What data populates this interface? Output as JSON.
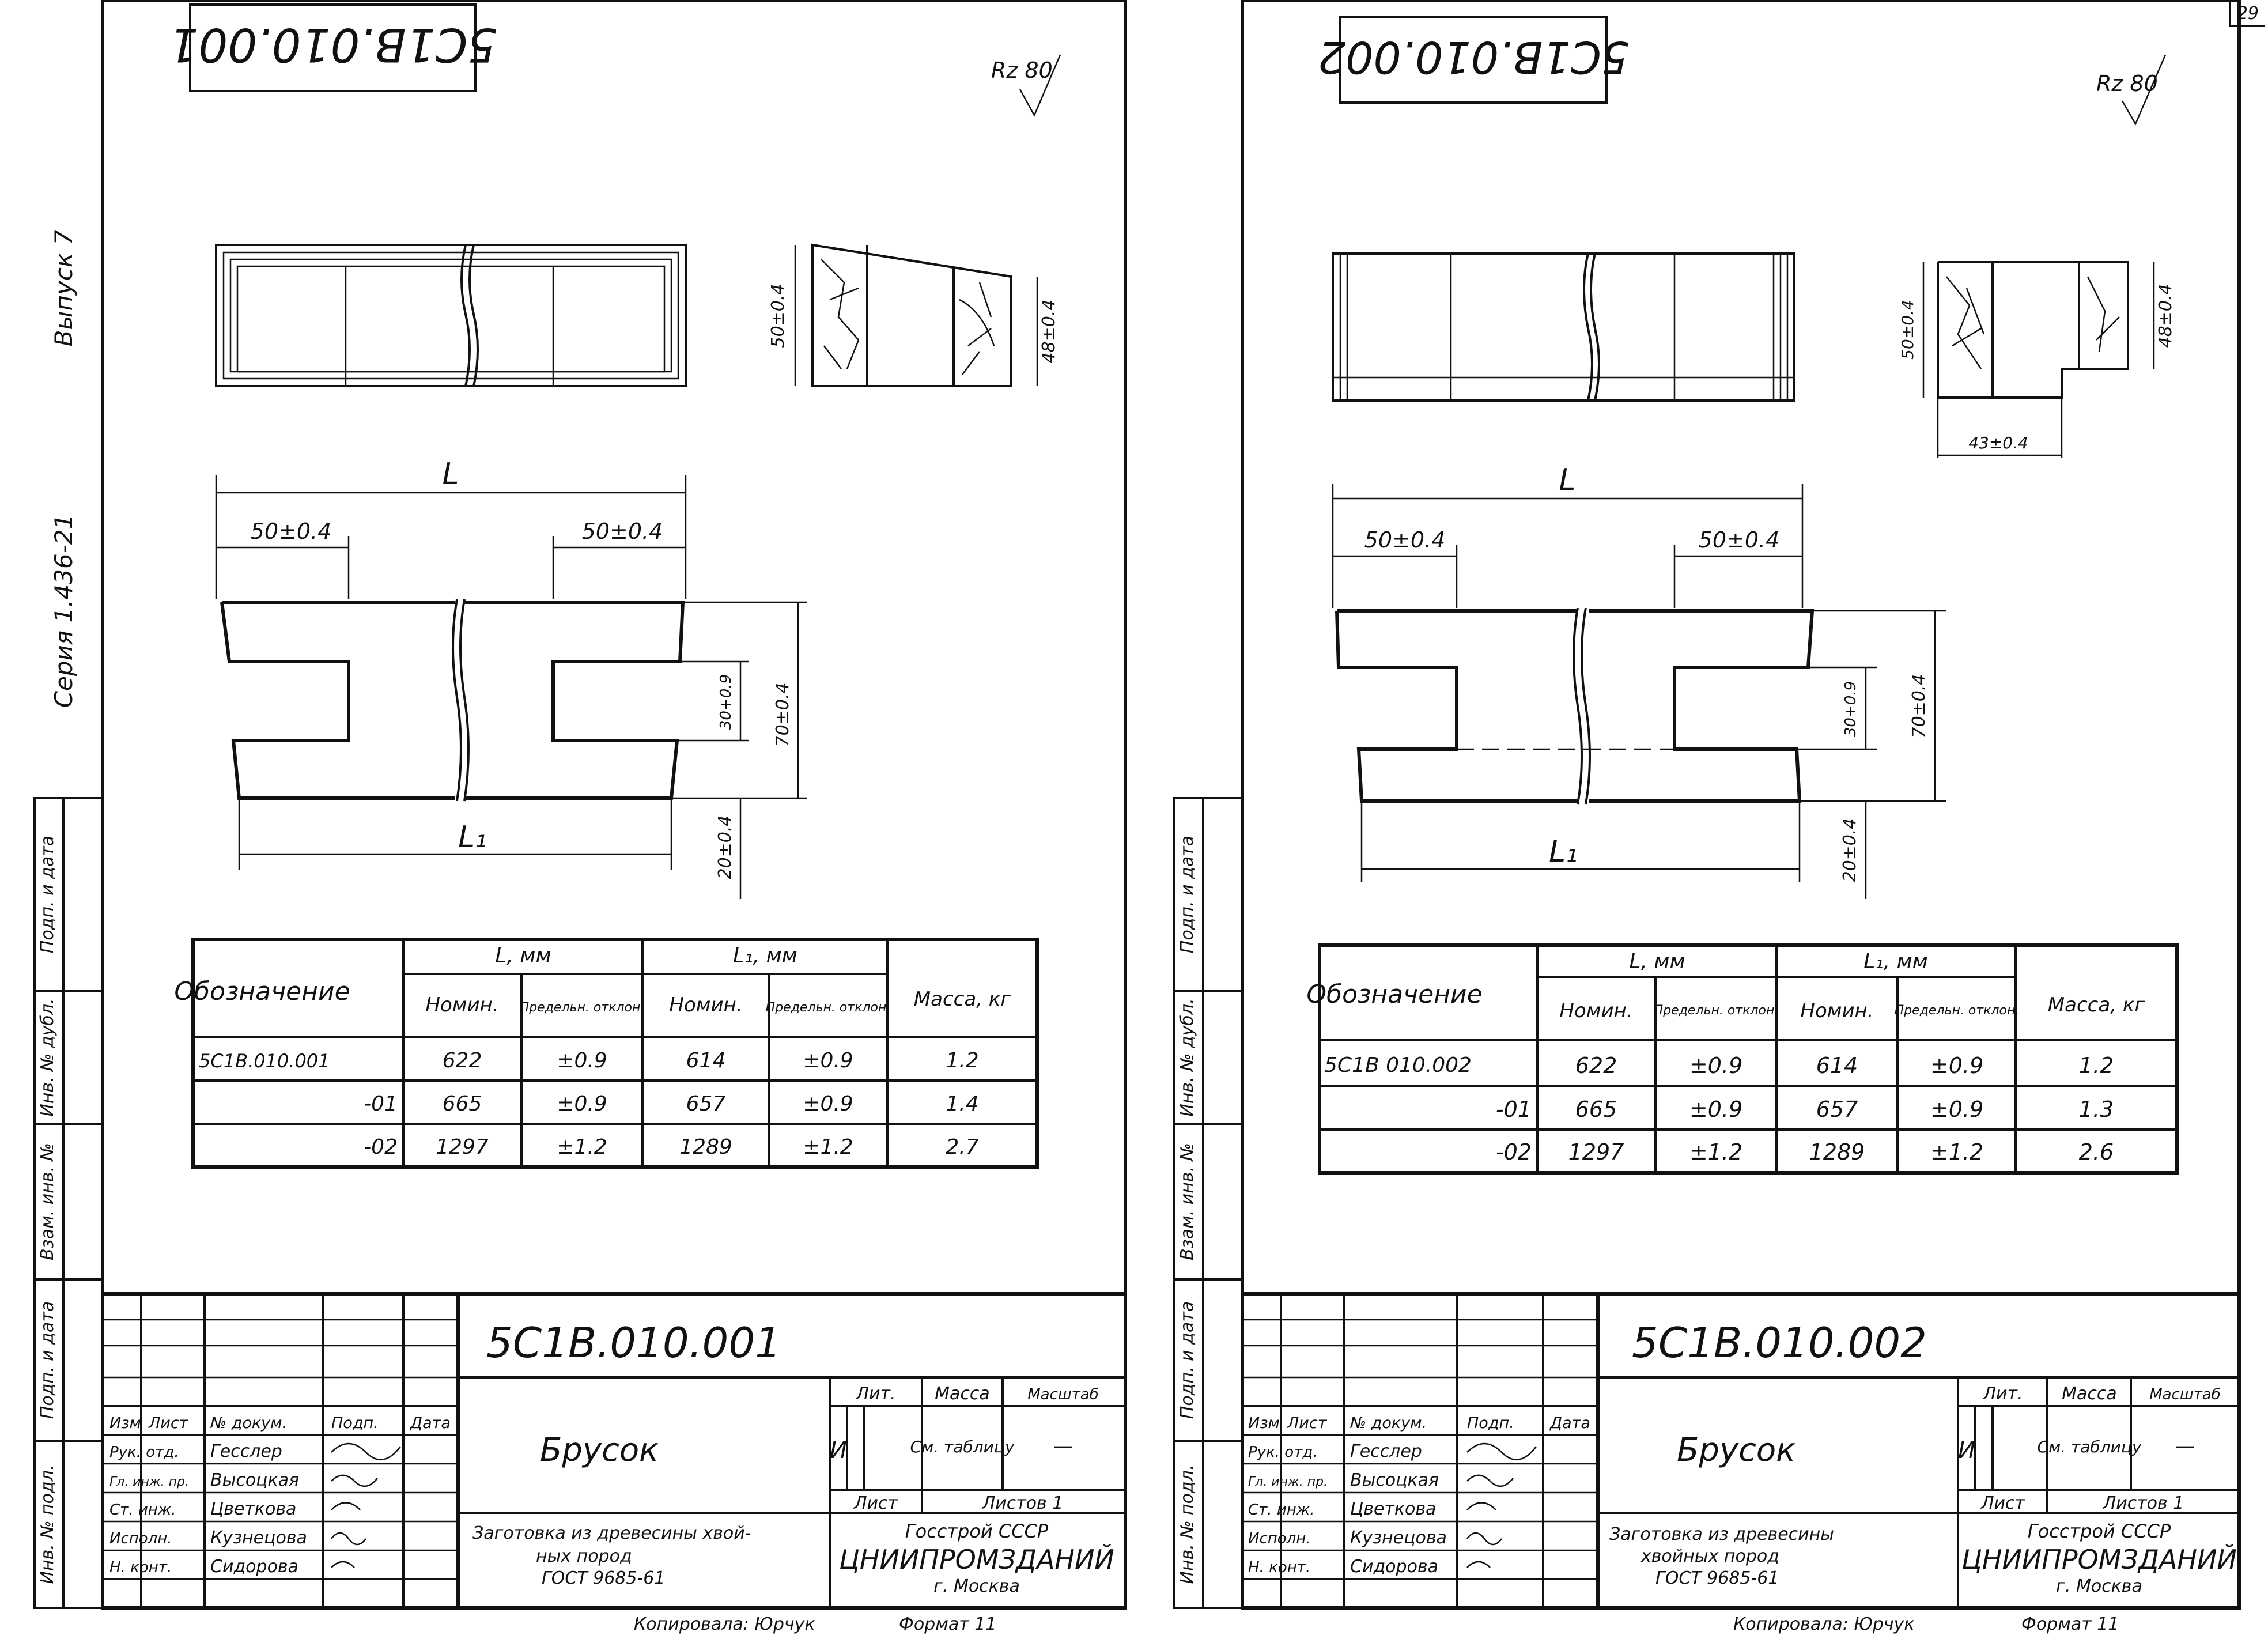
{
  "page_number": "29",
  "sheets": [
    {
      "code_rotated": "5С1В.010.001",
      "roughness": "Rz 80",
      "side_labels": [
        "Выпуск 7",
        "Серия 1.436-21"
      ],
      "stamp_labels": [
        "Подп. и дата",
        "Инв. № дубл.",
        "Взам. инв. №",
        "Подп. и дата",
        "Инв. № подл."
      ],
      "dims": {
        "L": "L",
        "L1": "L₁",
        "w1": "50±0.4",
        "w2": "50±0.4",
        "h30": "30+0.9",
        "h70": "70±0.4",
        "h20": "20±0.4",
        "side50": "50±0.4",
        "side48": "48±0.4"
      },
      "table": {
        "header_main": "Обозначение",
        "group_L": "L, мм",
        "group_L1": "L₁, мм",
        "col_nom": "Номин.",
        "col_dev": "Предельн. отклон.",
        "col_nom2": "Номин.",
        "col_dev2": "Предельн. отклон.",
        "col_mass": "Масса, кг",
        "rows": [
          [
            "5С1В.010.001",
            "622",
            "±0.9",
            "614",
            "±0.9",
            "1.2"
          ],
          [
            "-01",
            "665",
            "±0.9",
            "657",
            "±0.9",
            "1.4"
          ],
          [
            "-02",
            "1297",
            "±1.2",
            "1289",
            "±1.2",
            "2.7"
          ]
        ]
      },
      "title_block": {
        "code": "5С1В.010.001",
        "name": "Брусок",
        "material": [
          "Заготовка из древесины хвой-",
          "ных пород",
          "ГОСТ 9685-61"
        ],
        "lit_label": "Лит.",
        "mass_label": "Масса",
        "scale_label": "Масштаб",
        "lit_value": "И",
        "mass_value": "См. таблицу",
        "scale_value": "—",
        "sheet_label": "Лист",
        "sheets_label": "Листов 1",
        "org": [
          "Госстрой СССР",
          "ЦНИИПРОМЗДАНИЙ",
          "г. Москва"
        ],
        "head": [
          "Изм",
          "Лист",
          "№ докум.",
          "Подп.",
          "Дата"
        ],
        "roles": [
          [
            "Рук. отд.",
            "Гесслер"
          ],
          [
            "Гл. инж. пр.",
            "Высоцкая"
          ],
          [
            "Ст. инж.",
            "Цветкова"
          ],
          [
            "Исполн.",
            "Кузнецова"
          ],
          [
            "Н. конт.",
            "Сидорова"
          ]
        ],
        "copied": "Копировала: Юрчук",
        "format": "Формат 11"
      }
    },
    {
      "code_rotated": "5С1В.010.002",
      "roughness": "Rz 80",
      "side_labels": [],
      "stamp_labels": [
        "Подп. и дата",
        "Инв. № дубл.",
        "Взам. инв. №",
        "Подп. и дата",
        "Инв. № подл."
      ],
      "dims": {
        "L": "L",
        "L1": "L₁",
        "w1": "50±0.4",
        "w2": "50±0.4",
        "h30": "30+0.9",
        "h70": "70±0.4",
        "h20": "20±0.4",
        "side50": "50±0.4",
        "side48": "48±0.4",
        "side43": "43±0.4"
      },
      "table": {
        "header_main": "Обозначение",
        "group_L": "L, мм",
        "group_L1": "L₁, мм",
        "col_nom": "Номин.",
        "col_dev": "Предельн. отклон.",
        "col_nom2": "Номин.",
        "col_dev2": "Предельн. отклон.",
        "col_mass": "Масса, кг",
        "rows": [
          [
            "5С1В 010.002",
            "622",
            "±0.9",
            "614",
            "±0.9",
            "1.2"
          ],
          [
            "-01",
            "665",
            "±0.9",
            "657",
            "±0.9",
            "1.3"
          ],
          [
            "-02",
            "1297",
            "±1.2",
            "1289",
            "±1.2",
            "2.6"
          ]
        ]
      },
      "title_block": {
        "code": "5С1В.010.002",
        "name": "Брусок",
        "material": [
          "Заготовка из древесины",
          "хвойных пород",
          "ГОСТ 9685-61"
        ],
        "lit_label": "Лит.",
        "mass_label": "Масса",
        "scale_label": "Масштаб",
        "lit_value": "И",
        "mass_value": "См. таблицу",
        "scale_value": "—",
        "sheet_label": "Лист",
        "sheets_label": "Листов 1",
        "org": [
          "Госстрой СССР",
          "ЦНИИПРОМЗДАНИЙ",
          "г. Москва"
        ],
        "head": [
          "Изм",
          "Лист",
          "№ докум.",
          "Подп.",
          "Дата"
        ],
        "roles": [
          [
            "Рук. отд.",
            "Гесслер"
          ],
          [
            "Гл. инж. пр.",
            "Высоцкая"
          ],
          [
            "Ст. инж.",
            "Цветкова"
          ],
          [
            "Исполн.",
            "Кузнецова"
          ],
          [
            "Н. конт.",
            "Сидорова"
          ]
        ],
        "copied": "Копировала: Юрчук",
        "format": "Формат 11"
      }
    }
  ]
}
